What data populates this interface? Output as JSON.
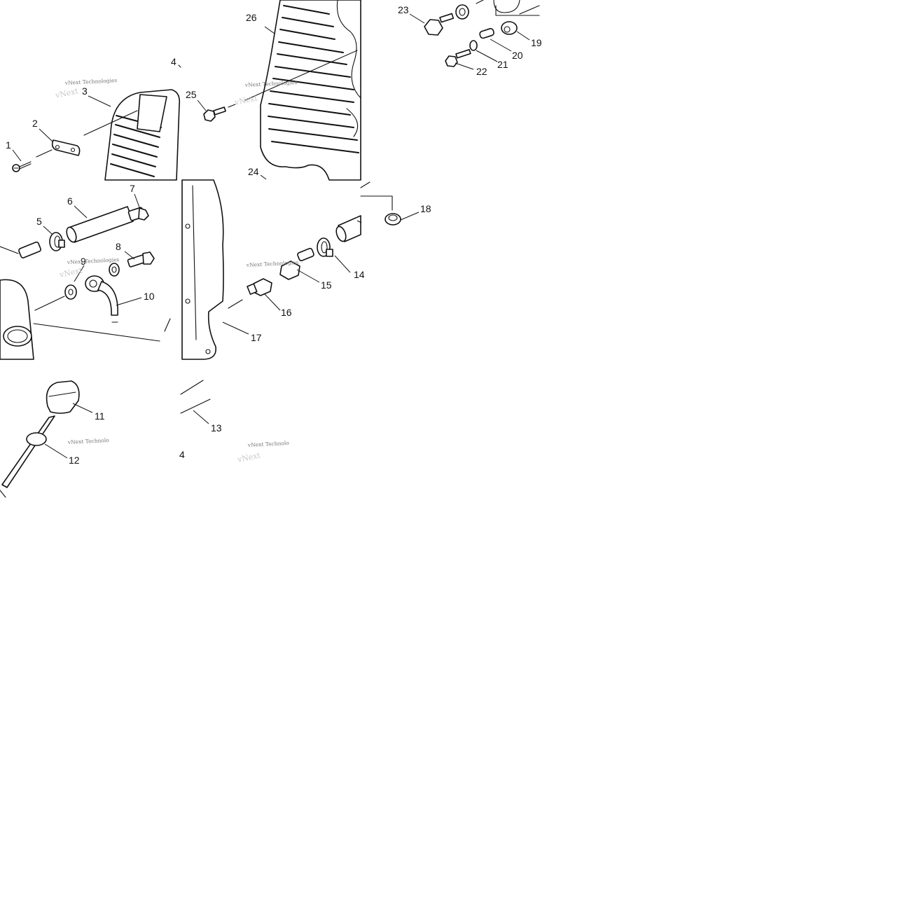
{
  "diagram": {
    "callouts": [
      "1",
      "2",
      "3",
      "4",
      "5",
      "6",
      "7",
      "8",
      "9",
      "10",
      "11",
      "12",
      "13",
      "14",
      "15",
      "16",
      "17",
      "18",
      "19",
      "20",
      "21",
      "22",
      "23",
      "24",
      "25",
      "26"
    ],
    "watermark_text": "vNext Technologies",
    "watermark_fragment": "vNext Technolo",
    "line_color": "#111111",
    "background": "#ffffff"
  }
}
